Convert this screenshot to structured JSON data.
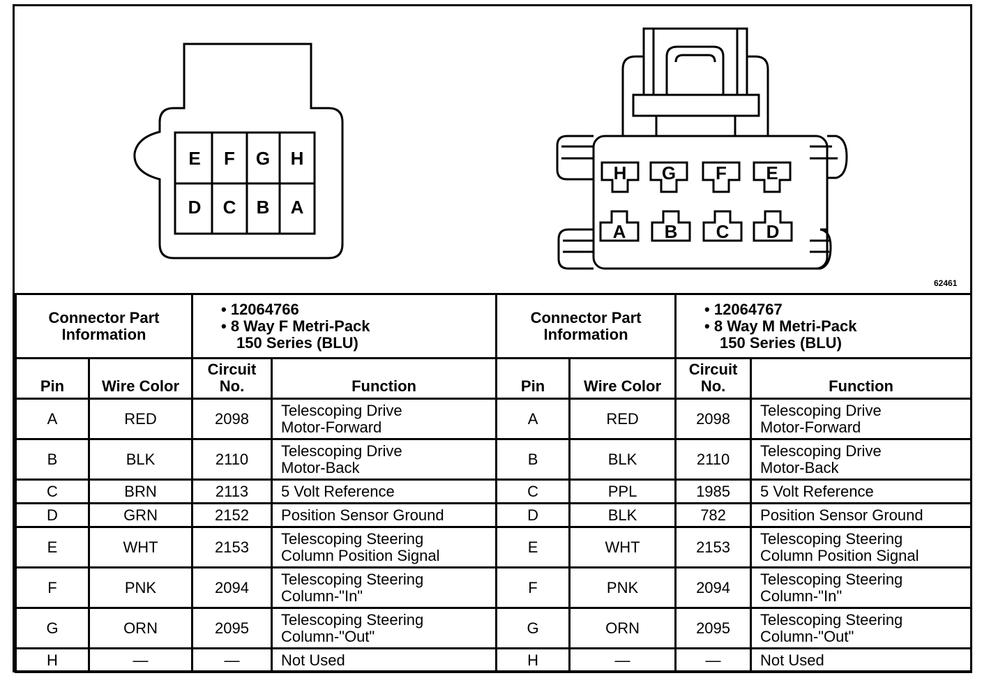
{
  "figure_id": "62461",
  "left_connector": {
    "pin_grid_top": [
      "E",
      "F",
      "G",
      "H"
    ],
    "pin_grid_bottom": [
      "D",
      "C",
      "B",
      "A"
    ],
    "info_label_line1": "Connector Part",
    "info_label_line2": "Information",
    "part_number": "• 12064766",
    "desc_line1": "• 8 Way F Metri-Pack",
    "desc_line2": "150 Series (BLU)",
    "headers": {
      "pin": "Pin",
      "wire_color": "Wire Color",
      "circuit_line1": "Circuit",
      "circuit_line2": "No.",
      "function": "Function"
    },
    "rows": [
      {
        "pin": "A",
        "color": "RED",
        "circuit": "2098",
        "function1": "Telescoping Drive",
        "function2": "Motor-Forward"
      },
      {
        "pin": "B",
        "color": "BLK",
        "circuit": "2110",
        "function1": "Telescoping Drive",
        "function2": "Motor-Back"
      },
      {
        "pin": "C",
        "color": "BRN",
        "circuit": "2113",
        "function1": "5 Volt Reference",
        "function2": ""
      },
      {
        "pin": "D",
        "color": "GRN",
        "circuit": "2152",
        "function1": "Position Sensor Ground",
        "function2": ""
      },
      {
        "pin": "E",
        "color": "WHT",
        "circuit": "2153",
        "function1": "Telescoping Steering",
        "function2": "Column Position Signal"
      },
      {
        "pin": "F",
        "color": "PNK",
        "circuit": "2094",
        "function1": "Telescoping Steering",
        "function2": "Column-\"In\""
      },
      {
        "pin": "G",
        "color": "ORN",
        "circuit": "2095",
        "function1": "Telescoping Steering",
        "function2": "Column-\"Out\""
      },
      {
        "pin": "H",
        "color": "—",
        "circuit": "—",
        "function1": "Not Used",
        "function2": ""
      }
    ]
  },
  "right_connector": {
    "pin_grid_top": [
      "H",
      "G",
      "F",
      "E"
    ],
    "pin_grid_bottom": [
      "A",
      "B",
      "C",
      "D"
    ],
    "info_label_line1": "Connector Part",
    "info_label_line2": "Information",
    "part_number": "• 12064767",
    "desc_line1": "• 8 Way M Metri-Pack",
    "desc_line2": "150 Series (BLU)",
    "headers": {
      "pin": "Pin",
      "wire_color": "Wire Color",
      "circuit_line1": "Circuit",
      "circuit_line2": "No.",
      "function": "Function"
    },
    "rows": [
      {
        "pin": "A",
        "color": "RED",
        "circuit": "2098",
        "function1": "Telescoping Drive",
        "function2": "Motor-Forward"
      },
      {
        "pin": "B",
        "color": "BLK",
        "circuit": "2110",
        "function1": "Telescoping Drive",
        "function2": "Motor-Back"
      },
      {
        "pin": "C",
        "color": "PPL",
        "circuit": "1985",
        "function1": "5 Volt Reference",
        "function2": ""
      },
      {
        "pin": "D",
        "color": "BLK",
        "circuit": "782",
        "function1": "Position Sensor Ground",
        "function2": ""
      },
      {
        "pin": "E",
        "color": "WHT",
        "circuit": "2153",
        "function1": "Telescoping Steering",
        "function2": "Column Position Signal"
      },
      {
        "pin": "F",
        "color": "PNK",
        "circuit": "2094",
        "function1": "Telescoping Steering",
        "function2": "Column-\"In\""
      },
      {
        "pin": "G",
        "color": "ORN",
        "circuit": "2095",
        "function1": "Telescoping Steering",
        "function2": "Column-\"Out\""
      },
      {
        "pin": "H",
        "color": "—",
        "circuit": "—",
        "function1": "Not Used",
        "function2": ""
      }
    ]
  }
}
